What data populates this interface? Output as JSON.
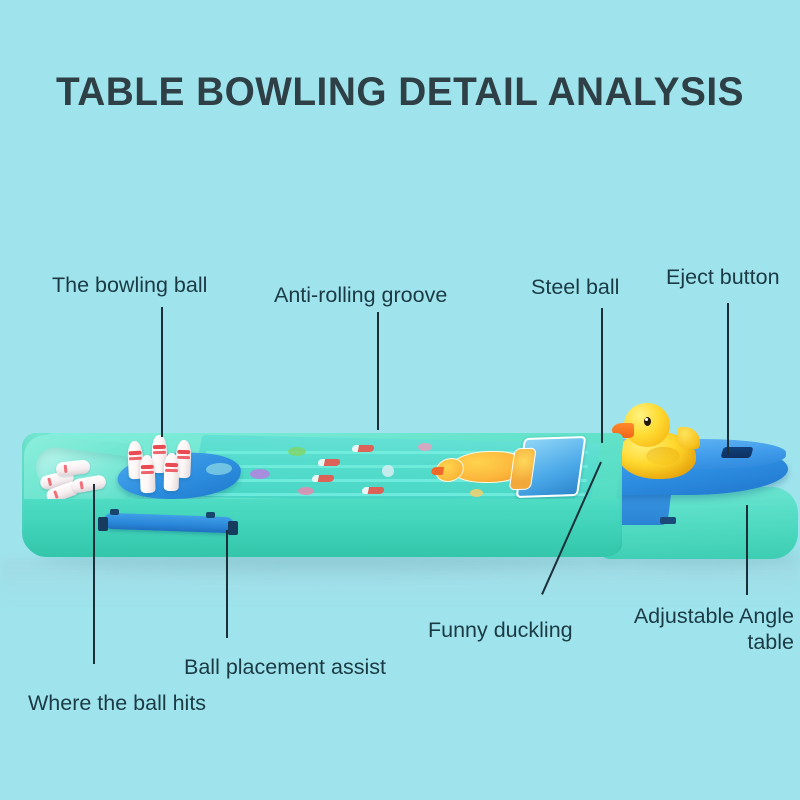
{
  "page": {
    "title": "TABLE BOWLING DETAIL ANALYSIS",
    "background_color": "#9fe4ed",
    "text_color": "#1b3a44",
    "title_color": "#2e3f46",
    "leader_line_color": "#1b2f38"
  },
  "annotations": [
    {
      "id": "the-bowling-ball",
      "label": "The bowling ball",
      "leader": "vertical"
    },
    {
      "id": "anti-rolling-groove",
      "label": "Anti-rolling groove",
      "leader": "vertical"
    },
    {
      "id": "steel-ball",
      "label": "Steel ball",
      "leader": "vertical"
    },
    {
      "id": "eject-button",
      "label": "Eject button",
      "leader": "vertical"
    },
    {
      "id": "where-the-ball-hits",
      "label": "Where the ball hits",
      "leader": "vertical"
    },
    {
      "id": "ball-placement-assist",
      "label": "Ball placement assist",
      "leader": "vertical"
    },
    {
      "id": "funny-duckling",
      "label": "Funny duckling",
      "leader": "diagonal"
    },
    {
      "id": "adjustable-angle-table",
      "label": "Adjustable Angle table",
      "leader": "vertical"
    }
  ],
  "product": {
    "name": "table-bowling-toy",
    "body_color": "#4dd9c0",
    "platform_color": "#2e8fe2",
    "duck_color": "#ffd92e",
    "steel_ball_color": "#8e979e",
    "pin_color": "#ffffff",
    "pin_stripe_color": "#e94b52",
    "parts": [
      "bowling-pins",
      "pin-platform",
      "lane",
      "anti-rolling-grooves",
      "duck-lane-decal",
      "ball-collection-trough",
      "ball-placement-assist-bar",
      "steel-ball",
      "rubber-duck",
      "adjustable-angle-platform",
      "eject-button-slot"
    ]
  }
}
